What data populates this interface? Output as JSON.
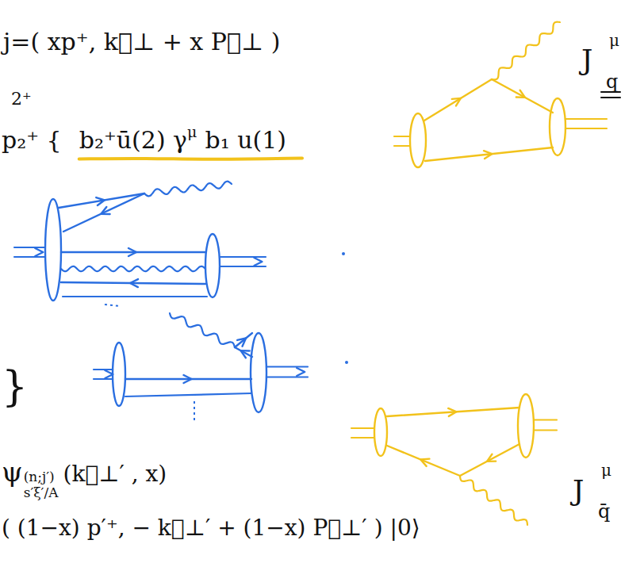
{
  "diagram": {
    "labels": [
      "j=( xp⁺, k⃗⊥ + x P⃗⊥ )",
      "2⁺",
      "p₂⁺ {",
      "b₂⁺ū(2) γ",
      "μ",
      "b₁ u(1)",
      "J",
      "μ",
      "q",
      "}",
      "ψ",
      "(n;j′)",
      "s′ξ′/A",
      "(k⃗⊥′ , x)",
      "( (1−x) p′⁺, − k⃗⊥′ + (1−x) P⃗⊥′ ) |0⟩",
      "J",
      "μ",
      "q̄"
    ]
  }
}
